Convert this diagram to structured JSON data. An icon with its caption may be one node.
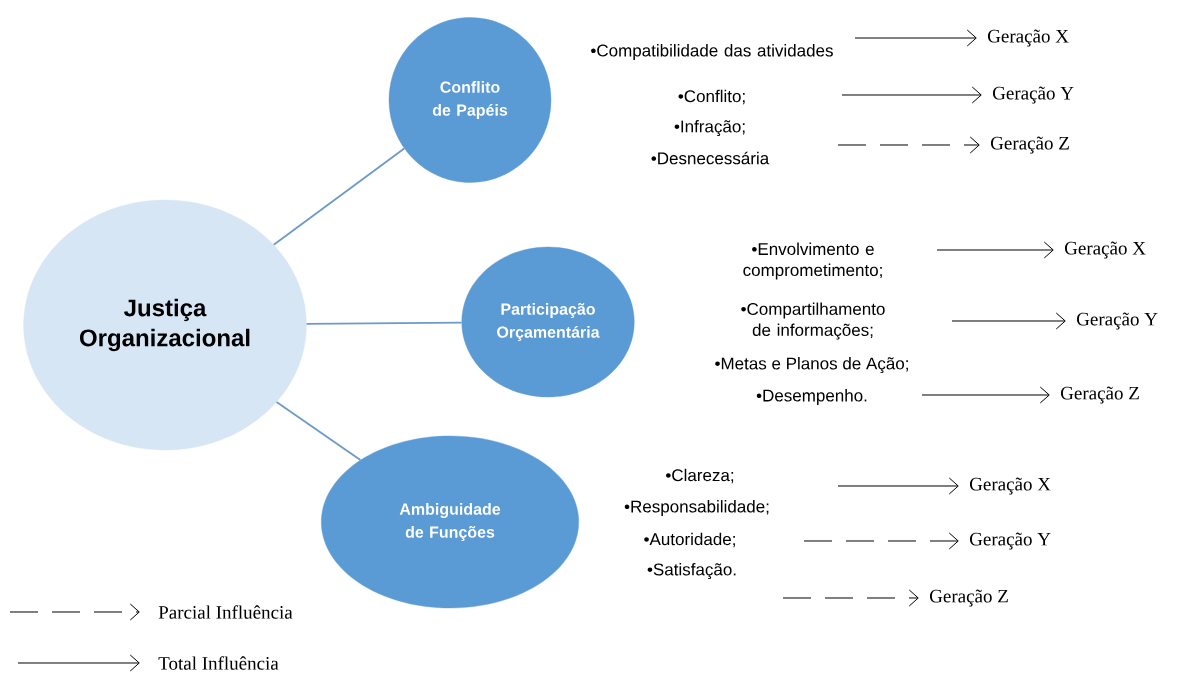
{
  "diagram": {
    "nodes": [
      {
        "text": [
          "Justiça Organizacional"
        ]
      },
      {
        "text": [
          "Conflito de Papéis"
        ]
      },
      {
        "text": [
          "Geração X"
        ]
      },
      {
        "text": [
          "Geração Y"
        ]
      },
      {
        "text": [
          "Geração Z"
        ]
      },
      {
        "text": [
          "Participação Orçamentária"
        ]
      },
      {
        "text": [
          "Geração X"
        ]
      },
      {
        "text": [
          "Geração Y"
        ]
      },
      {
        "text": [
          "Geração Z"
        ]
      },
      {
        "text": [
          "Ambiguidade de Funções"
        ]
      },
      {
        "text": [
          "Geração X"
        ]
      },
      {
        "text": [
          "Geração Y"
        ]
      },
      {
        "text": [
          "Geração Z"
        ]
      }
    ],
    "edges": [
      {
        "from": 0,
        "to": 1,
        "arrow": "none",
        "color": "#6c9ac8"
      },
      {
        "from": 0,
        "to": 5,
        "arrow": "none",
        "color": "#6c9ac8"
      },
      {
        "from": 0,
        "to": 9,
        "arrow": "none",
        "color": "#6c9ac8"
      },
      {
        "from": null,
        "to": 2,
        "arrow": "to"
      },
      {
        "from": null,
        "to": 3,
        "arrow": "to"
      },
      {
        "from": null,
        "to": 4,
        "arrow": "to",
        "style": "dashed"
      },
      {
        "from": null,
        "to": 6,
        "arrow": "to"
      },
      {
        "from": null,
        "to": 7,
        "arrow": "to"
      },
      {
        "from": null,
        "to": 8,
        "arrow": "to"
      },
      {
        "from": null,
        "to": 10,
        "arrow": "to"
      },
      {
        "from": null,
        "to": 11,
        "arrow": "to",
        "style": "dashed"
      },
      {
        "from": null,
        "to": 12,
        "arrow": "to",
        "style": "dashed"
      }
    ],
    "labels": [
      "•Compatibilidade das atividades",
      "•Conflito;",
      "•Infração;",
      "•Desnecessária",
      "•Envolvimento e comprometimento;",
      "•Compartilhamento de informações;",
      "•Metas e Planos de Ação;",
      "•Desempenho.",
      "•Clareza;",
      "•Responsabilidade;",
      "•Autoridade;",
      "•Satisfação."
    ],
    "legend": [
      {
        "text": "Parcial Influência"
      },
      {
        "text": "Total Influência"
      }
    ]
  }
}
